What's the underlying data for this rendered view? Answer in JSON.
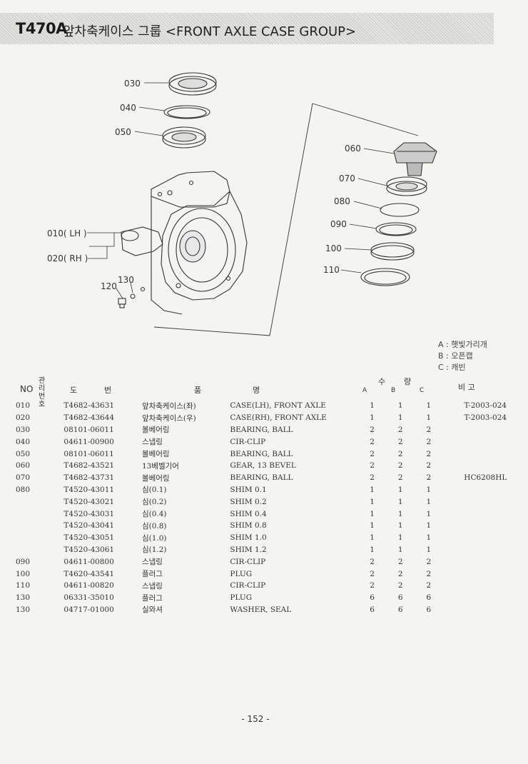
{
  "header": {
    "model": "T470A",
    "title": "앞차축케이스 그룹 <FRONT AXLE CASE GROUP>"
  },
  "diagram": {
    "callouts": {
      "c030": "030",
      "c040": "040",
      "c050": "050",
      "c010": "010( LH )",
      "c020": "020( RH )",
      "c130": "130",
      "c120": "120",
      "c060": "060",
      "c070": "070",
      "c080": "080",
      "c090": "090",
      "c100": "100",
      "c110": "110"
    }
  },
  "legend": {
    "a": "A : 햇빛가리개",
    "b": "B : 오픈캡",
    "c": "C : 캐빈"
  },
  "table_header": {
    "no": "NO",
    "mgmt": "관리\n번호",
    "drawing_1": "도",
    "drawing_2": "번",
    "name_1": "품",
    "name_2": "명",
    "qty_1": "수",
    "qty_2": "량",
    "a": "A",
    "b": "B",
    "c": "C",
    "remarks": "비 고"
  },
  "rows": [
    {
      "no": "010",
      "pn": "T4682-43631",
      "kr": "앞차축케이스(좌)",
      "en": "CASE(LH), FRONT AXLE",
      "a": "1",
      "b": "1",
      "c": "1",
      "rm": "T-2003-024"
    },
    {
      "no": "020",
      "pn": "T4682-43644",
      "kr": "앞차축케이스(우)",
      "en": "CASE(RH), FRONT AXLE",
      "a": "1",
      "b": "1",
      "c": "1",
      "rm": "T-2003-024"
    },
    {
      "no": "030",
      "pn": "08101-06011",
      "kr": "볼베어링",
      "en": "BEARING, BALL",
      "a": "2",
      "b": "2",
      "c": "2",
      "rm": ""
    },
    {
      "no": "040",
      "pn": "04611-00900",
      "kr": "스냅링",
      "en": "CIR-CLIP",
      "a": "2",
      "b": "2",
      "c": "2",
      "rm": ""
    },
    {
      "no": "050",
      "pn": "08101-06011",
      "kr": "볼베어링",
      "en": "BEARING, BALL",
      "a": "2",
      "b": "2",
      "c": "2",
      "rm": ""
    },
    {
      "no": "060",
      "pn": "T4682-43521",
      "kr": "13베벨기어",
      "en": "GEAR, 13 BEVEL",
      "a": "2",
      "b": "2",
      "c": "2",
      "rm": ""
    },
    {
      "no": "070",
      "pn": "T4682-43731",
      "kr": "볼베어링",
      "en": "BEARING, BALL",
      "a": "2",
      "b": "2",
      "c": "2",
      "rm": "HC6208HL"
    },
    {
      "no": "080",
      "pn": "T4520-43011",
      "kr": "심(0.1)",
      "en": "SHIM 0.1",
      "a": "1",
      "b": "1",
      "c": "1",
      "rm": ""
    },
    {
      "no": "",
      "pn": "T4520-43021",
      "kr": "심(0.2)",
      "en": "SHIM 0.2",
      "a": "1",
      "b": "1",
      "c": "1",
      "rm": ""
    },
    {
      "no": "",
      "pn": "T4520-43031",
      "kr": "심(0.4)",
      "en": "SHIM 0.4",
      "a": "1",
      "b": "1",
      "c": "1",
      "rm": ""
    },
    {
      "no": "",
      "pn": "T4520-43041",
      "kr": "심(0.8)",
      "en": "SHIM 0.8",
      "a": "1",
      "b": "1",
      "c": "1",
      "rm": ""
    },
    {
      "no": "",
      "pn": "T4520-43051",
      "kr": "심(1.0)",
      "en": "SHIM 1.0",
      "a": "1",
      "b": "1",
      "c": "1",
      "rm": ""
    },
    {
      "no": "",
      "pn": "T4520-43061",
      "kr": "심(1.2)",
      "en": "SHIM 1.2",
      "a": "1",
      "b": "1",
      "c": "1",
      "rm": ""
    },
    {
      "no": "090",
      "pn": "04611-00800",
      "kr": "스냅링",
      "en": "CIR-CLIP",
      "a": "2",
      "b": "2",
      "c": "2",
      "rm": ""
    },
    {
      "no": "100",
      "pn": "T4620-43541",
      "kr": "플러그",
      "en": "PLUG",
      "a": "2",
      "b": "2",
      "c": "2",
      "rm": ""
    },
    {
      "no": "110",
      "pn": "04611-00820",
      "kr": "스냅링",
      "en": "CIR-CLIP",
      "a": "2",
      "b": "2",
      "c": "2",
      "rm": ""
    },
    {
      "no": "130",
      "pn": "06331-35010",
      "kr": "플러그",
      "en": "PLUG",
      "a": "6",
      "b": "6",
      "c": "6",
      "rm": ""
    },
    {
      "no": "130",
      "pn": "04717-01000",
      "kr": "실와셔",
      "en": "WASHER, SEAL",
      "a": "6",
      "b": "6",
      "c": "6",
      "rm": ""
    }
  ],
  "footer": {
    "page": "- 152 -"
  }
}
